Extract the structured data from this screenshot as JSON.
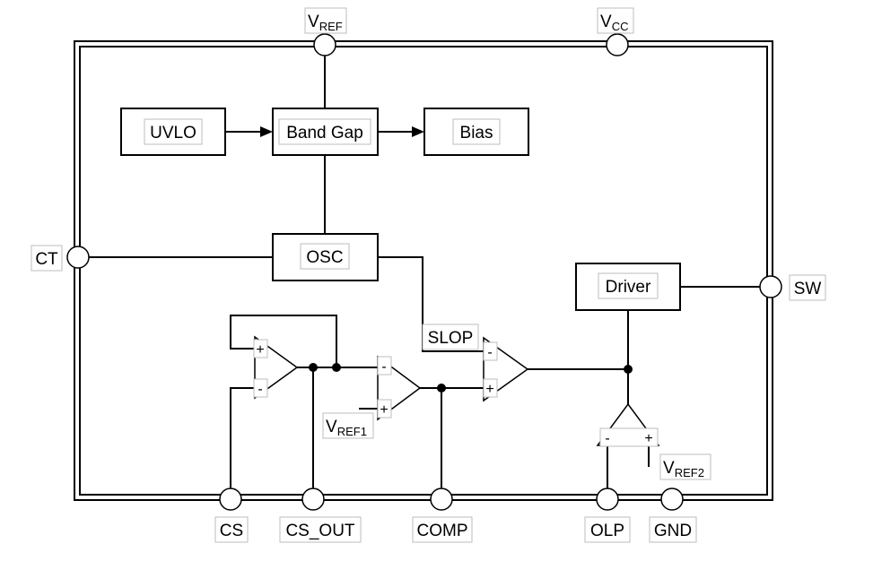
{
  "blocks": {
    "uvlo": "UVLO",
    "bandgap": "Band Gap",
    "bias": "Bias",
    "osc": "OSC",
    "driver": "Driver"
  },
  "pins": {
    "vref": {
      "main": "V",
      "sub": "REF"
    },
    "vcc": {
      "main": "V",
      "sub": "CC"
    },
    "ct": "CT",
    "sw": "SW",
    "cs": "CS",
    "cs_out": "CS_OUT",
    "comp": "COMP",
    "olp": "OLP",
    "gnd": "GND"
  },
  "signals": {
    "slop": "SLOP",
    "vref1": {
      "main": "V",
      "sub": "REF1"
    },
    "vref2": {
      "main": "V",
      "sub": "REF2"
    }
  },
  "signs": {
    "plus": "+",
    "minus": "-"
  }
}
